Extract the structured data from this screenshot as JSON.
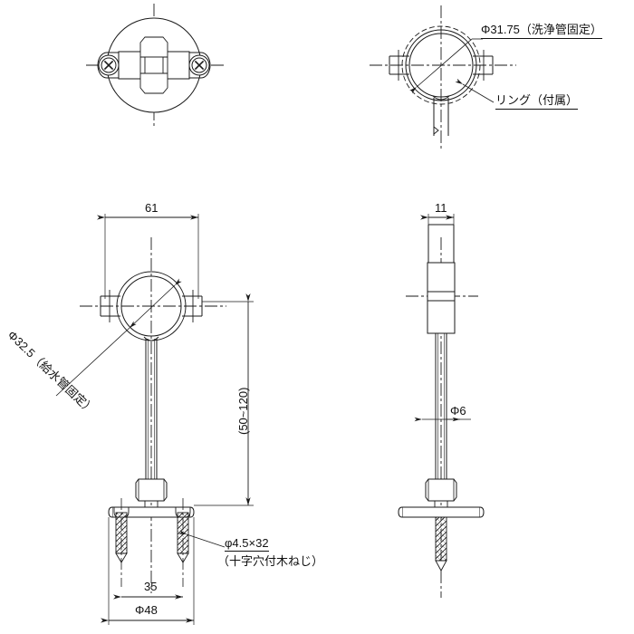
{
  "drawing": {
    "type": "technical-drawing",
    "title": "",
    "background_color": "#ffffff",
    "line_color": "#1a1a1a",
    "views": [
      {
        "name": "plan-view-base",
        "position": "top-left"
      },
      {
        "name": "plan-view-clamp",
        "position": "top-right"
      },
      {
        "name": "front-elevation",
        "position": "bottom-left"
      },
      {
        "name": "side-elevation",
        "position": "bottom-right"
      }
    ]
  },
  "annotations": {
    "ring_diameter": "Φ31.75（洗浄管固定）",
    "ring_note": "リング（付属）",
    "clamp_diameter": "Φ32.5（給水管固定）",
    "screw_spec": "φ4.5×32",
    "screw_note": "（十字穴付木ねじ）"
  },
  "dimensions": {
    "clamp_width": "61",
    "height_range": "(50~120)",
    "side_width": "11",
    "rod_diameter": "Φ6",
    "screw_pitch": "35",
    "base_diameter": "Φ48"
  }
}
